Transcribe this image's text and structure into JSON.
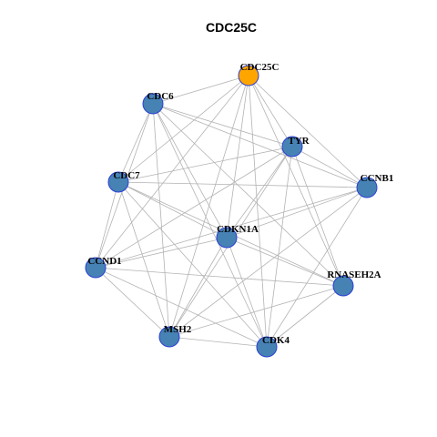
{
  "title": "CDC25C",
  "colors": {
    "hub_fill": "#FFA500",
    "node_fill": "#4682B4",
    "node_stroke": "#2B3FD6",
    "edge": "#B3B3B3"
  },
  "nodes": [
    {
      "id": "CDC25C",
      "hub": true
    },
    {
      "id": "CDC6"
    },
    {
      "id": "TYR"
    },
    {
      "id": "CCNB1"
    },
    {
      "id": "CDC7"
    },
    {
      "id": "CDKN1A"
    },
    {
      "id": "CCND1"
    },
    {
      "id": "RNASEH2A"
    },
    {
      "id": "MSH2"
    },
    {
      "id": "CDK4"
    }
  ],
  "edges": [
    [
      "CDC25C",
      "CDC6"
    ],
    [
      "CDC25C",
      "TYR"
    ],
    [
      "CDC25C",
      "CCNB1"
    ],
    [
      "CDC25C",
      "CDC7"
    ],
    [
      "CDC25C",
      "CDKN1A"
    ],
    [
      "CDC25C",
      "CCND1"
    ],
    [
      "CDC25C",
      "RNASEH2A"
    ],
    [
      "CDC25C",
      "MSH2"
    ],
    [
      "CDC25C",
      "CDK4"
    ],
    [
      "CDC6",
      "TYR"
    ],
    [
      "CDC6",
      "CCNB1"
    ],
    [
      "CDC6",
      "CDC7"
    ],
    [
      "CDC6",
      "CDKN1A"
    ],
    [
      "CDC6",
      "CCND1"
    ],
    [
      "CDC6",
      "RNASEH2A"
    ],
    [
      "CDC6",
      "MSH2"
    ],
    [
      "CDC6",
      "CDK4"
    ],
    [
      "TYR",
      "CDC7"
    ],
    [
      "TYR",
      "CCNB1"
    ],
    [
      "TYR",
      "CDKN1A"
    ],
    [
      "TYR",
      "CCND1"
    ],
    [
      "TYR",
      "RNASEH2A"
    ],
    [
      "TYR",
      "MSH2"
    ],
    [
      "TYR",
      "CDK4"
    ],
    [
      "CCNB1",
      "CDC7"
    ],
    [
      "CCNB1",
      "CDKN1A"
    ],
    [
      "CCNB1",
      "CCND1"
    ],
    [
      "CCNB1",
      "MSH2"
    ],
    [
      "CCNB1",
      "CDK4"
    ],
    [
      "CDC7",
      "CDKN1A"
    ],
    [
      "CDC7",
      "CCND1"
    ],
    [
      "CDC7",
      "RNASEH2A"
    ],
    [
      "CDC7",
      "MSH2"
    ],
    [
      "CDC7",
      "CDK4"
    ],
    [
      "CDKN1A",
      "CCND1"
    ],
    [
      "CDKN1A",
      "RNASEH2A"
    ],
    [
      "CDKN1A",
      "MSH2"
    ],
    [
      "CDKN1A",
      "CDK4"
    ],
    [
      "CCND1",
      "RNASEH2A"
    ],
    [
      "CCND1",
      "MSH2"
    ],
    [
      "CCND1",
      "CDK4"
    ],
    [
      "RNASEH2A",
      "MSH2"
    ],
    [
      "RNASEH2A",
      "CDK4"
    ],
    [
      "MSH2",
      "CDK4"
    ]
  ]
}
